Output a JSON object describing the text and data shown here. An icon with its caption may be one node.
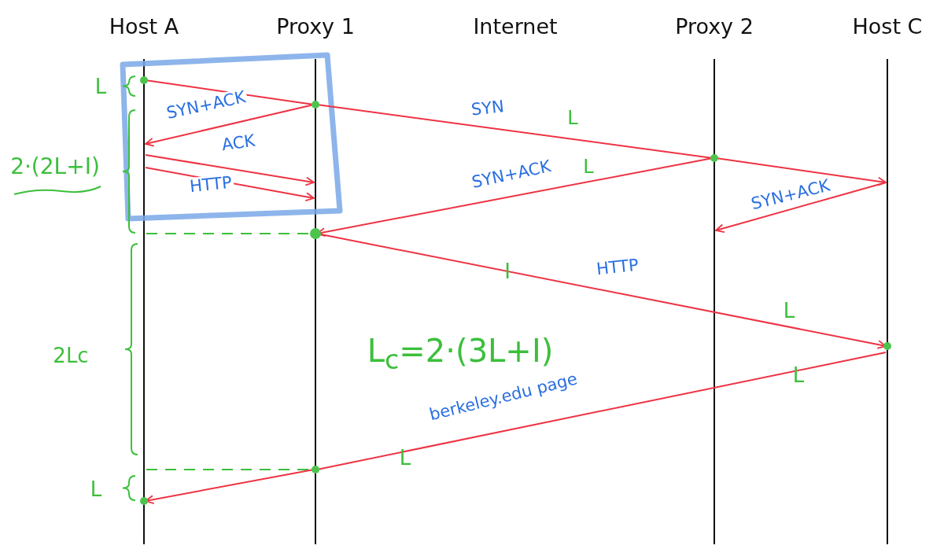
{
  "diagram": {
    "nodes": [
      {
        "text": [
          "Host A"
        ]
      },
      {
        "text": [
          "Proxy 1"
        ]
      },
      {
        "text": [
          "Internet"
        ]
      },
      {
        "text": [
          "Proxy 2"
        ]
      },
      {
        "text": [
          "Host C"
        ]
      }
    ],
    "edges": [
      {
        "from": 0,
        "to": 1,
        "arrow": "none"
      },
      {
        "from": 1,
        "to": 3,
        "arrow": "none",
        "label": "SYN"
      },
      {
        "from": 3,
        "to": 4,
        "arrow": "to"
      },
      {
        "from": 1,
        "to": 0,
        "arrow": "to",
        "label": "SYN+ACK"
      },
      {
        "from": 0,
        "to": 1,
        "arrow": "to",
        "label": "ACK"
      },
      {
        "from": 0,
        "to": 1,
        "arrow": "to",
        "label": "HTTP"
      },
      {
        "from": 4,
        "to": 3,
        "arrow": "to",
        "label": "SYN+ACK"
      },
      {
        "from": 3,
        "to": 1,
        "arrow": "to",
        "label": "SYN+ACK"
      },
      {
        "from": 1,
        "to": 4,
        "arrow": "to",
        "label": "HTTP"
      },
      {
        "from": 4,
        "to": 1,
        "arrow": "none",
        "label": "berkeley.edu page"
      },
      {
        "from": 1,
        "to": 0,
        "arrow": "to"
      }
    ],
    "labels": [
      "L",
      "L",
      "2·(2L+I)",
      "L",
      "I",
      "L",
      "2Lc",
      "L$_{c}$=2·(3L+I)",
      "L",
      "L",
      "L"
    ]
  }
}
